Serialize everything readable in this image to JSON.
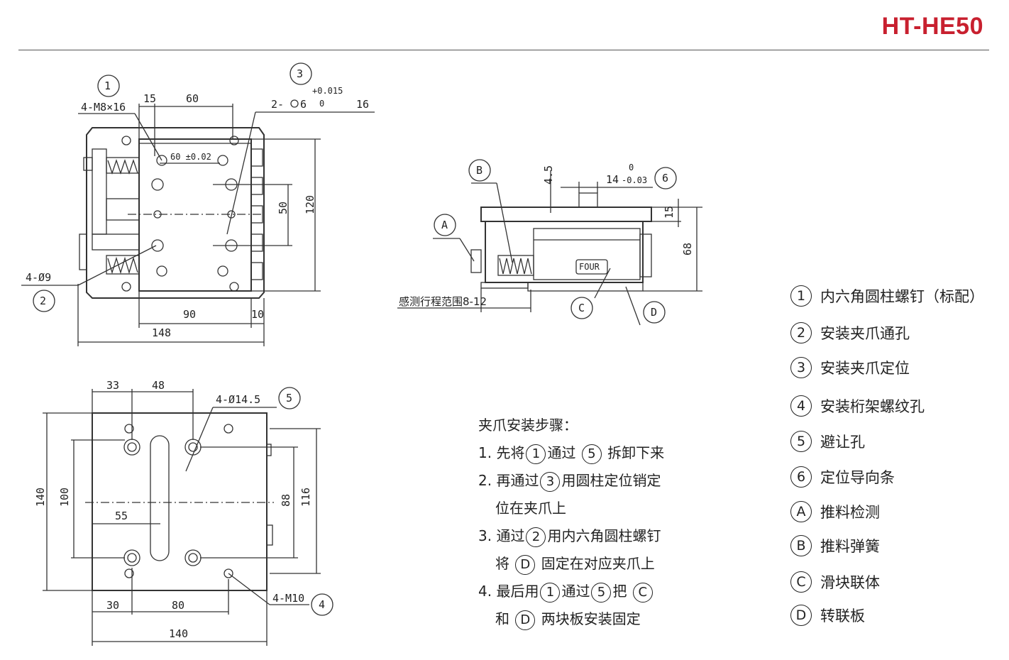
{
  "header": {
    "model": "HT-HE50"
  },
  "view1": {
    "callout_1": "1",
    "callout_2": "2",
    "callout_3": "3",
    "thread": "4-M8×16",
    "hole_label": "2-",
    "hole_dia": "6",
    "tol_upper": "+0.015",
    "tol_lower": "0",
    "depth": "16",
    "d15": "15",
    "d60": "60",
    "d60tol": "60 ±0.02",
    "d50": "50",
    "d120": "120",
    "through": "4-Ø9",
    "d90": "90",
    "d10": "10",
    "d148": "148"
  },
  "view2": {
    "callout_b": "B",
    "callout_a": "A",
    "callout_c": "C",
    "callout_d": "D",
    "callout_6": "6",
    "d45": "4.5",
    "d14": "14",
    "tol_up": "0",
    "tol_low": "-0.03",
    "d15": "15",
    "d68": "68",
    "sense_range": "感测行程范围8-12",
    "logo": "FOUR"
  },
  "view3": {
    "d33": "33",
    "d48": "48",
    "relief": "4-Ø14.5",
    "callout_5": "5",
    "d140v": "140",
    "d100": "100",
    "d55": "55",
    "d88": "88",
    "d116": "116",
    "d30": "30",
    "d80": "80",
    "thread": "4-M10",
    "callout_4": "4",
    "d140h": "140"
  },
  "steps": {
    "title": "夹爪安装步骤：",
    "s1": {
      "a": "1. 先将",
      "c1": "1",
      "b": "通过",
      "c2": "5",
      "d": "拆卸下来"
    },
    "s2": {
      "a": "2. 再通过",
      "c1": "3",
      "b": "用圆柱定位销定",
      "cont": "位在夹爪上"
    },
    "s3": {
      "a": "3. 通过",
      "c1": "2",
      "b": "用内六角圆柱螺钉",
      "c": "将",
      "c2": "D",
      "d": "固定在对应夹爪上"
    },
    "s4": {
      "a": "4. 最后用",
      "c1": "1",
      "b": "通过",
      "c2": "5",
      "c": "把",
      "c3": "C",
      "d": "和",
      "c4": "D",
      "e": "两块板安装固定"
    }
  },
  "legend": [
    {
      "key": "1",
      "text": "内六角圆柱螺钉（标配）"
    },
    {
      "key": "2",
      "text": "安装夹爪通孔"
    },
    {
      "key": "3",
      "text": "安装夹爪定位"
    },
    {
      "key": "4",
      "text": "安装桁架螺纹孔"
    },
    {
      "key": "5",
      "text": "避让孔"
    },
    {
      "key": "6",
      "text": "定位导向条"
    },
    {
      "key": "A",
      "text": "推料检测"
    },
    {
      "key": "B",
      "text": "推料弹簧"
    },
    {
      "key": "C",
      "text": "滑块联体"
    },
    {
      "key": "D",
      "text": "转联板"
    }
  ]
}
